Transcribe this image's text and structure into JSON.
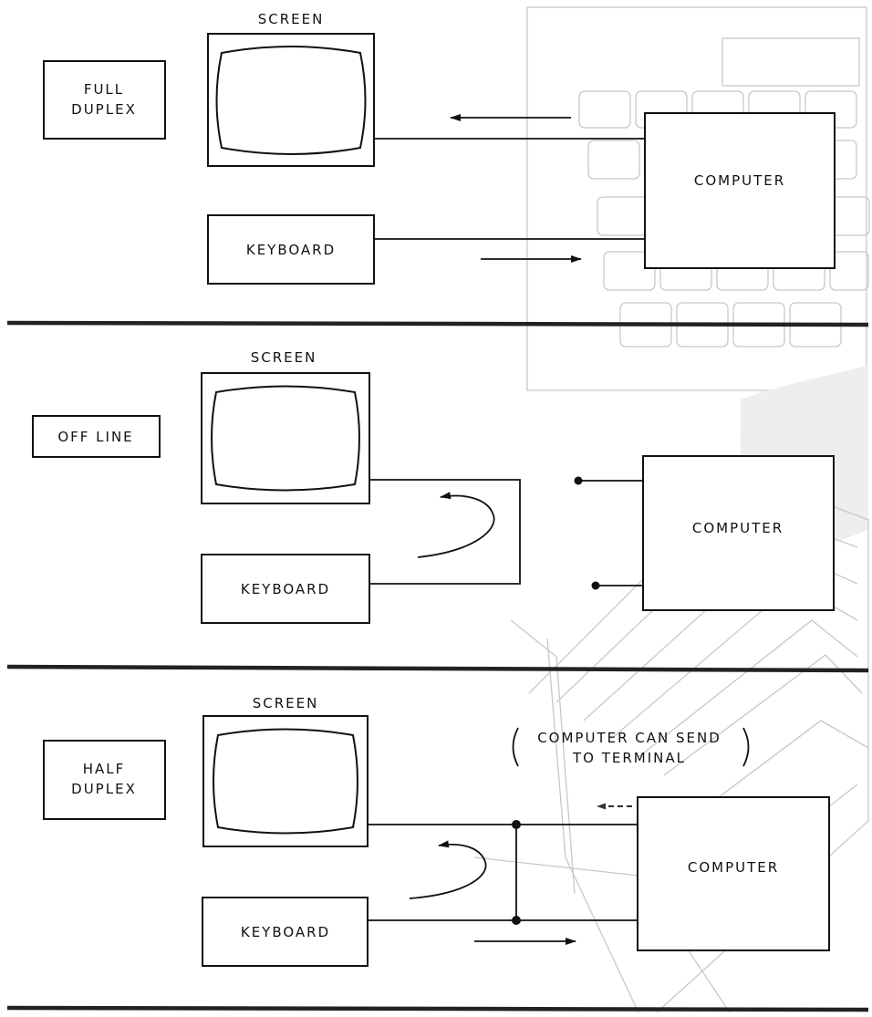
{
  "panels": [
    {
      "mode_label_lines": [
        "FULL",
        "DUPLEX"
      ],
      "screen_label": "SCREEN",
      "keyboard_label": "KEYBOARD",
      "computer_label": "COMPUTER"
    },
    {
      "mode_label_lines": [
        "OFF LINE"
      ],
      "screen_label": "SCREEN",
      "keyboard_label": "KEYBOARD",
      "computer_label": "COMPUTER"
    },
    {
      "mode_label_lines": [
        "HALF",
        "DUPLEX"
      ],
      "screen_label": "SCREEN",
      "keyboard_label": "KEYBOARD",
      "computer_label": "COMPUTER",
      "note_lines": [
        "COMPUTER CAN SEND",
        "TO TERMINAL"
      ]
    }
  ]
}
